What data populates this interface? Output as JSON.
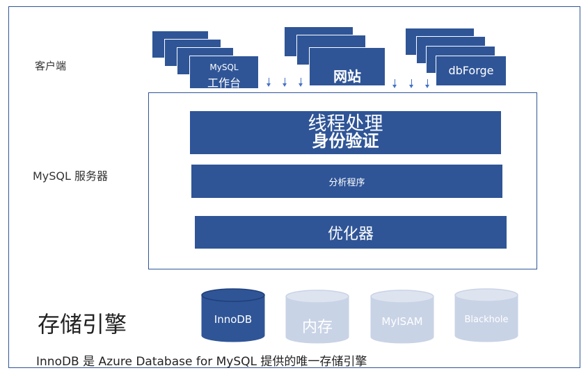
{
  "labels": {
    "client": "客户端",
    "server": "MySQL 服务器",
    "storage": "存储引擎",
    "footer": "InnoDB 是 Azure Database for MySQL 提供的唯一存储引擎"
  },
  "clients": {
    "workbench_line1": "MySQL",
    "workbench_line2": "工作台",
    "website": "网站",
    "dbforge": "dbForge"
  },
  "server_layers": {
    "thread_line1": "线程处理",
    "thread_line2": "身份验证",
    "parser": "分析程序",
    "optimizer": "优化器"
  },
  "engines": [
    {
      "label": "InnoDB",
      "active": true
    },
    {
      "label": "内存",
      "active": false
    },
    {
      "label": "MyISAM",
      "active": false
    },
    {
      "label": "Blackhole",
      "active": false
    }
  ],
  "colors": {
    "primary": "#2f5597",
    "inactive_body": "#c9d3e6",
    "inactive_top": "#dde4f0",
    "arrow": "#4472c4"
  }
}
